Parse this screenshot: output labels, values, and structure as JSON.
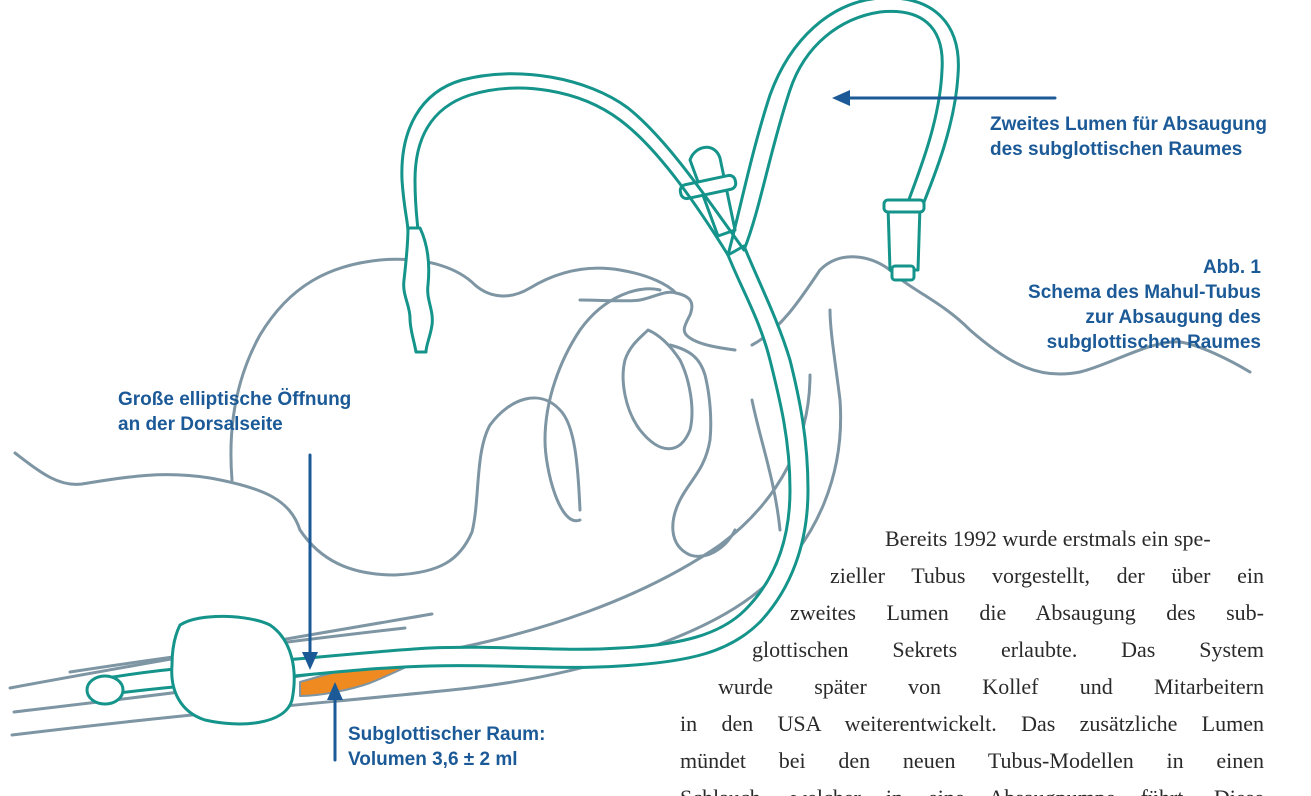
{
  "labels": {
    "second_lumen": [
      "Zweites Lumen für Absaugung",
      "des subglottischen Raumes"
    ],
    "figure": [
      "Abb. 1",
      "Schema des Mahul-Tubus",
      "zur Absaugung des",
      "subglottischen Raumes"
    ],
    "opening": [
      "Große elliptische Öffnung",
      "an der Dorsalseite"
    ],
    "subglottic_space": [
      "Subglottischer Raum:",
      "Volumen 3,6 ± 2 ml"
    ]
  },
  "body_text": [
    "Bereits 1992 wurde erstmals ein spe-",
    "zieller Tubus vorgestellt, der über ein",
    "zweites Lumen die Absaugung des sub-",
    "glottischen Sekrets erlaubte. Das System",
    "wurde später von Kollef und Mitarbeitern",
    "in den USA weiterentwickelt. Das zusätzliche Lumen",
    "mündet bei den neuen Tubus-Modellen in einen",
    "Schlauch, welcher in eine Absaugpumpe führt. Diese"
  ],
  "colors": {
    "tube_outline": "#14948a",
    "anatomy_outline": "#7e95a3",
    "arrow": "#1b5a97",
    "secretion_fill": "#ee8a1f"
  }
}
